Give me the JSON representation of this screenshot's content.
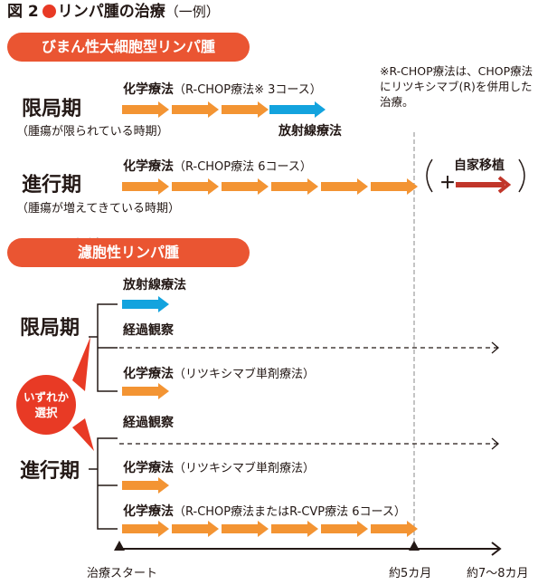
{
  "title": {
    "figure": "図 2",
    "main": "リンパ腫の治療",
    "note": "（一例）"
  },
  "colors": {
    "orange": "#f39433",
    "blue": "#13a3de",
    "red": "#c1362a",
    "pill": "#ea5532",
    "dark": "#231815"
  },
  "sections": {
    "dlbcl": {
      "label": "びまん性大細胞型リンパ腫",
      "limited": {
        "stage": "限局期",
        "desc": "（腫瘍が限られている時期）",
        "chemo_label": "化学療法",
        "chemo_detail": "（R-CHOP療法※ 3コース）",
        "radiation_label": "放射線療法"
      },
      "advanced": {
        "stage": "進行期",
        "desc": "（腫瘍が増えてきている時期）",
        "chemo_label": "化学療法",
        "chemo_detail": "（R-CHOP療法 6コース）",
        "plus": "＋",
        "transplant_label": "自家移植"
      }
    },
    "follicular": {
      "label": "濾胞性リンパ腫",
      "ruby": [
        "ろ",
        "ほう"
      ],
      "limited": {
        "stage": "限局期",
        "option1": "放射線療法",
        "option2": "経過観察",
        "option3_label": "化学療法",
        "option3_detail": "（リツキシマブ単剤療法）"
      },
      "choose_badge": [
        "いずれか",
        "選択"
      ],
      "advanced": {
        "stage": "進行期",
        "option1": "経過観察",
        "option2_label": "化学療法",
        "option2_detail": "（リツキシマブ単剤療法）",
        "option3_label": "化学療法",
        "option3_detail": "（R-CHOP療法またはR-CVP療法 6コース）"
      }
    }
  },
  "note": "※R-CHOP療法は、CHOP療法にリツキシマブ(R)を併用した治療。",
  "timeline": {
    "start": "治療スタート",
    "mid": "約5カ月",
    "end": "約7〜8カ月"
  }
}
